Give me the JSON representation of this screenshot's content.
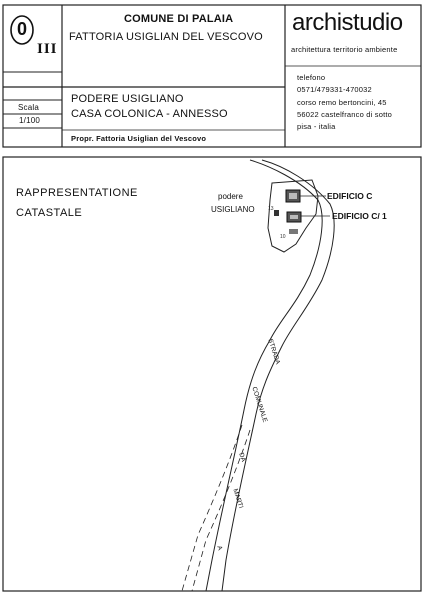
{
  "titleblock": {
    "sheet_code": "0",
    "sheet_roman": "III",
    "comune": "COMUNE DI PALAIA",
    "fattoria": "FATTORIA USIGLIAN DEL VESCOVO",
    "scale_label": "Scala",
    "scale_value": "1/100",
    "podere": "PODERE USIGLIANO",
    "casa": "CASA COLONICA  -  ANNESSO",
    "proprietario": "Propr.  Fattoria Usiglian del Vescovo",
    "studio_name": "archistudio",
    "studio_tagline": "architettura territorio ambiente",
    "telefono_label": "telefono",
    "telefono": "0571/479331-470032",
    "address_1": "corso remo bertoncini, 45",
    "address_2": "56022 castelfranco di sotto",
    "address_3": "pisa - italia"
  },
  "map": {
    "title_1": "RAPPRESENTATIONE",
    "title_2": "CATASTALE",
    "podere_label_1": "podere",
    "podere_label_2": "USIGLIANO",
    "edificio_c": "EDIFICIO C",
    "edificio_c1": "EDIFICIO C/ 1",
    "road_1": "STRADA",
    "road_2": "COMUNALE",
    "road_3": "DA",
    "road_4": "MARTI",
    "road_5": "A"
  }
}
